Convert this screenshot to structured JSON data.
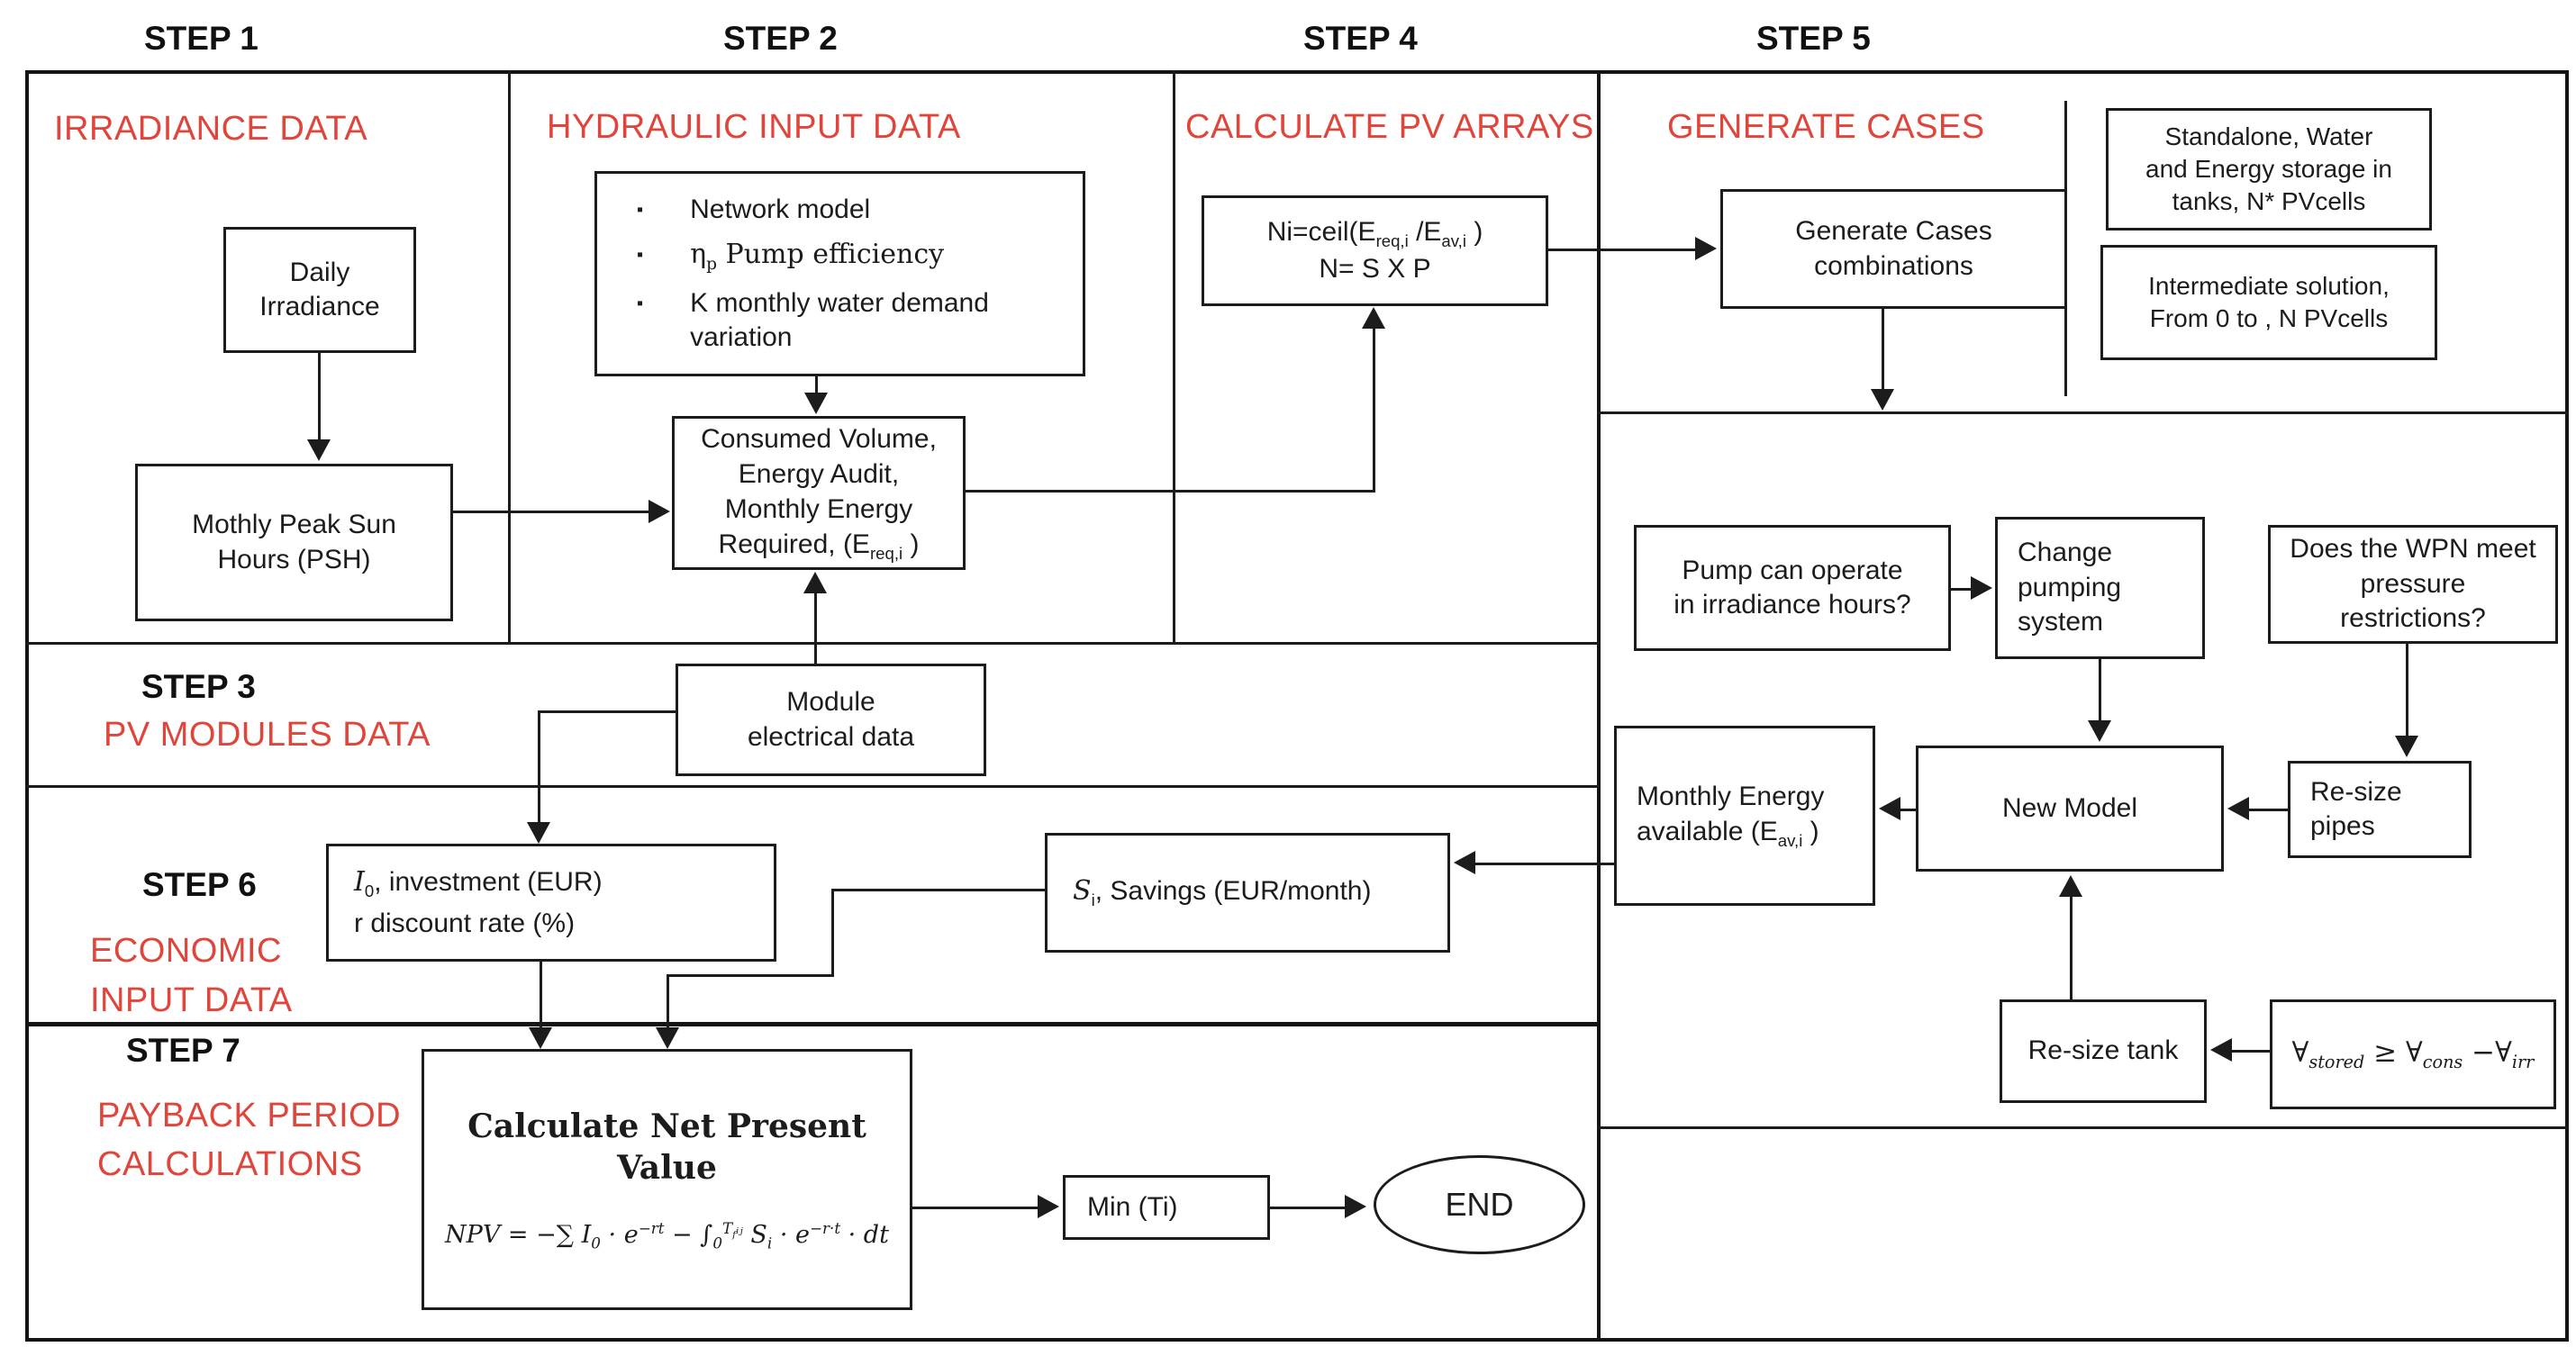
{
  "steps": {
    "s1": "STEP 1",
    "s2": "STEP 2",
    "s3": "STEP 3",
    "s4": "STEP 4",
    "s5": "STEP 5",
    "s6": "STEP 6",
    "s7": "STEP 7"
  },
  "sections": {
    "irradiance": "IRRADIANCE DATA",
    "hydraulic": "HYDRAULIC INPUT DATA",
    "calc_pv": "CALCULATE  PV ARRAYS",
    "generate": "GENERATE CASES",
    "pv_modules": "PV MODULES DATA",
    "economic_l1": "ECONOMIC",
    "economic_l2": "INPUT DATA",
    "payback_l1": "PAYBACK PERIOD",
    "payback_l2": "CALCULATIONS"
  },
  "boxes": {
    "daily": {
      "l1": "Daily",
      "l2": "Irradiance"
    },
    "psh": {
      "l1": "Mothly Peak Sun",
      "l2": "Hours (PSH)"
    },
    "hydraulic_items": {
      "i1": "Network model",
      "i2": "η~p~ Pump efficiency",
      "i3": "K monthly water demand variation"
    },
    "consumed": {
      "l1": "Consumed Volume,",
      "l2": "Energy Audit,",
      "l3": "Monthly Energy",
      "l4": "Required, (E~req,i~ )"
    },
    "ni": {
      "l1": "Ni=ceil(E~req,i~ /E~av,i~ )",
      "l2": "N= S X P"
    },
    "generate_cases": {
      "l1": "Generate  Cases",
      "l2": "combinations"
    },
    "standalone": {
      "l1": "Standalone, Water",
      "l2": "and Energy storage in",
      "l3": "tanks, N* PVcells"
    },
    "intermediate": {
      "l1": "Intermediate solution,",
      "l2": "From 0 to , N PVcells"
    },
    "pump_operate": {
      "l1": "Pump can operate",
      "l2": "in irradiance hours?"
    },
    "change_pumping": {
      "l1": "Change",
      "l2": "pumping",
      "l3": "system"
    },
    "wpn": {
      "l1": "Does the WPN meet",
      "l2": "pressure",
      "l3": "restrictions?"
    },
    "monthly_energy": {
      "l1": "Monthly Energy",
      "l2": "available (E~av,i~ )"
    },
    "new_model": {
      "l1": "New Model"
    },
    "resize_pipes": {
      "l1": "Re-size",
      "l2": "pipes"
    },
    "resize_tank": {
      "l1": "Re-size tank"
    },
    "tank_formula": {
      "l1": "∀~stored~ ≥ ∀~cons~ −∀~irr~"
    },
    "module_data": {
      "l1": "Module",
      "l2": "electrical data"
    },
    "i0": {
      "l1": "*I*~0~, investment (EUR)",
      "l2": "r discount rate (%)"
    },
    "savings": {
      "l1": "*S*~i~, Savings (EUR/month)"
    },
    "npv": {
      "title": "Calculate Net Present Value",
      "formula": "*NPV* = −∑ *I*~0~ · *e*^−*rt*^ − ∫~0~^*T*~f~ᵢⱼ^ *S*~i~ · *e*^−*r·t*^ · *dt*"
    },
    "min_ti": {
      "l1": "Min (Ti)"
    },
    "end": {
      "l1": "END"
    }
  },
  "colors": {
    "accent_red": "#e0453b",
    "line": "#1c1c1c",
    "background": "#ffffff"
  }
}
